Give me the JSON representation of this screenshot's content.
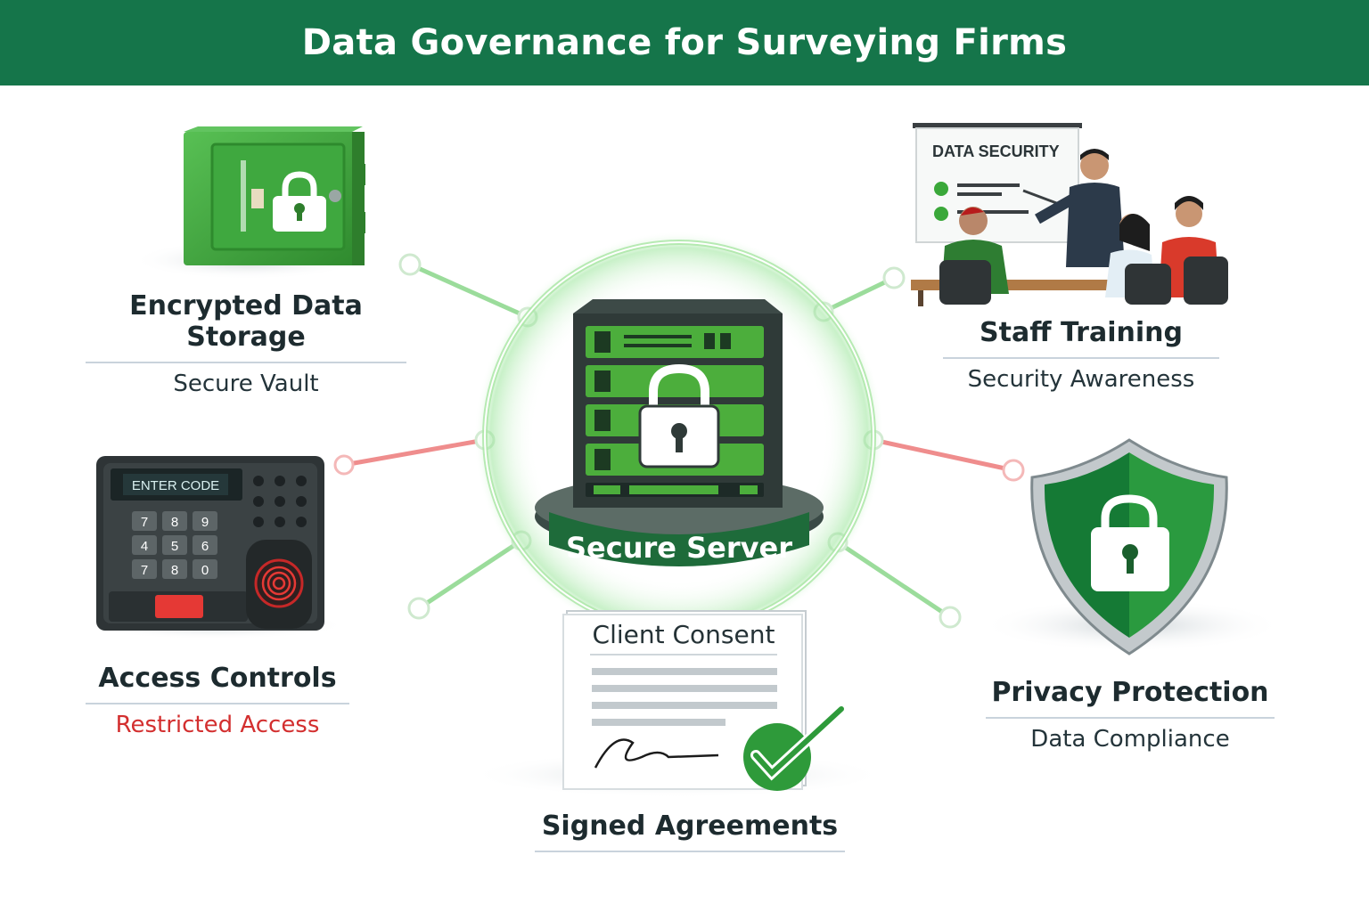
{
  "title": "Data Governance for Surveying Firms",
  "center": {
    "label": "Secure Server"
  },
  "nodes": {
    "storage": {
      "title": "Encrypted Data Storage",
      "subtitle": "Secure Vault"
    },
    "training": {
      "title": "Staff Training",
      "subtitle": "Security Awareness",
      "board_text": "DATA SECURITY"
    },
    "access": {
      "title": "Access Controls",
      "subtitle": "Restricted Access",
      "screen_text": "ENTER CODE",
      "keys": [
        "7",
        "8",
        "9",
        "4",
        "5",
        "6",
        "7",
        "8",
        "0"
      ]
    },
    "privacy": {
      "title": "Privacy Protection",
      "subtitle": "Data Compliance"
    },
    "consent": {
      "title": "Signed Agreements",
      "doc_title": "Client Consent"
    }
  },
  "colors": {
    "banner": "#15754a",
    "accent_green": "#3fa83f",
    "alert_red": "#d32f2f",
    "connector_green": "#8ed88e",
    "connector_red": "#e86a6a"
  },
  "icons": [
    "vault-icon",
    "padlock-icon",
    "server-icon",
    "keypad-icon",
    "fingerprint-icon",
    "shield-icon",
    "document-icon",
    "checkmark-icon",
    "presentation-icon"
  ]
}
